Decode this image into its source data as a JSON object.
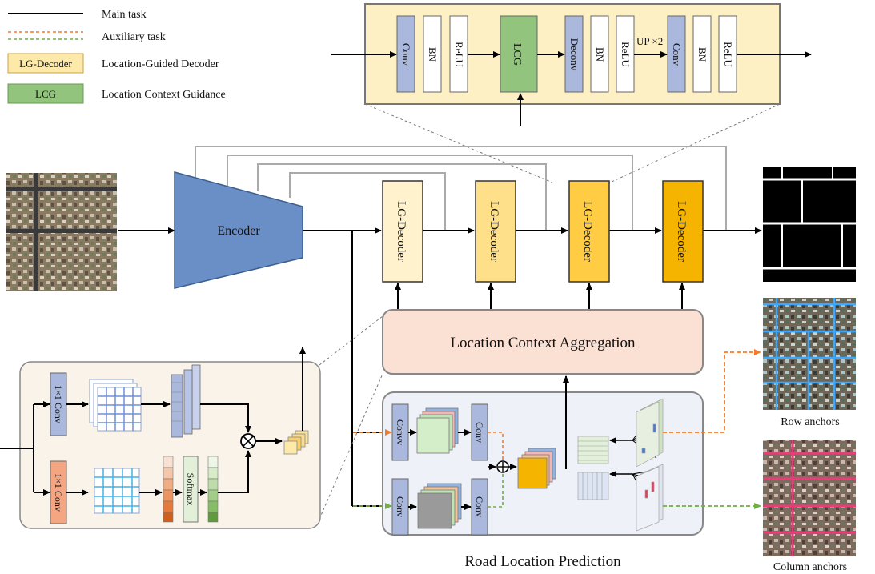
{
  "legend": {
    "main_task": "Main task",
    "auxiliary_task": "Auxiliary task",
    "lg_decoder_box": "LG-Decoder",
    "lg_decoder_desc": "Location-Guided Decoder",
    "lcg_box": "LCG",
    "lcg_desc": "Location Context Guidance"
  },
  "decoder_detail": {
    "conv": "Conv",
    "bn": "BN",
    "relu": "ReLU",
    "lcg": "LCG",
    "deconv": "Deconv",
    "up": "UP ×2"
  },
  "main": {
    "encoder": "Encoder",
    "decoder": "LG-Decoder",
    "lca": "Location Context Aggregation",
    "rlp_title": "Road Location Prediction"
  },
  "lca_detail": {
    "conv1x1": "1×1 Conv",
    "softmax": "Softmax"
  },
  "rlp_detail": {
    "conv_label": "Conv",
    "convv_label": "Convv"
  },
  "outputs": {
    "row_anchors": "Row anchors",
    "column_anchors": "Column anchors"
  },
  "colors": {
    "main_arrow": "#000000",
    "aux_orange": "#ed7d31",
    "aux_green": "#70ad47",
    "decoder_fill": "#fdf0c4",
    "lcg_fill": "#93c47d",
    "conv_fill": "#a9b8dc",
    "decoder_1": "#fff2cc",
    "decoder_2": "#ffe08a",
    "decoder_3": "#ffcc44",
    "decoder_4": "#f4b400",
    "encoder": "#6a8fc7",
    "lca_fill": "#fbe0d4",
    "rlp_fill": "#eef1f7"
  }
}
